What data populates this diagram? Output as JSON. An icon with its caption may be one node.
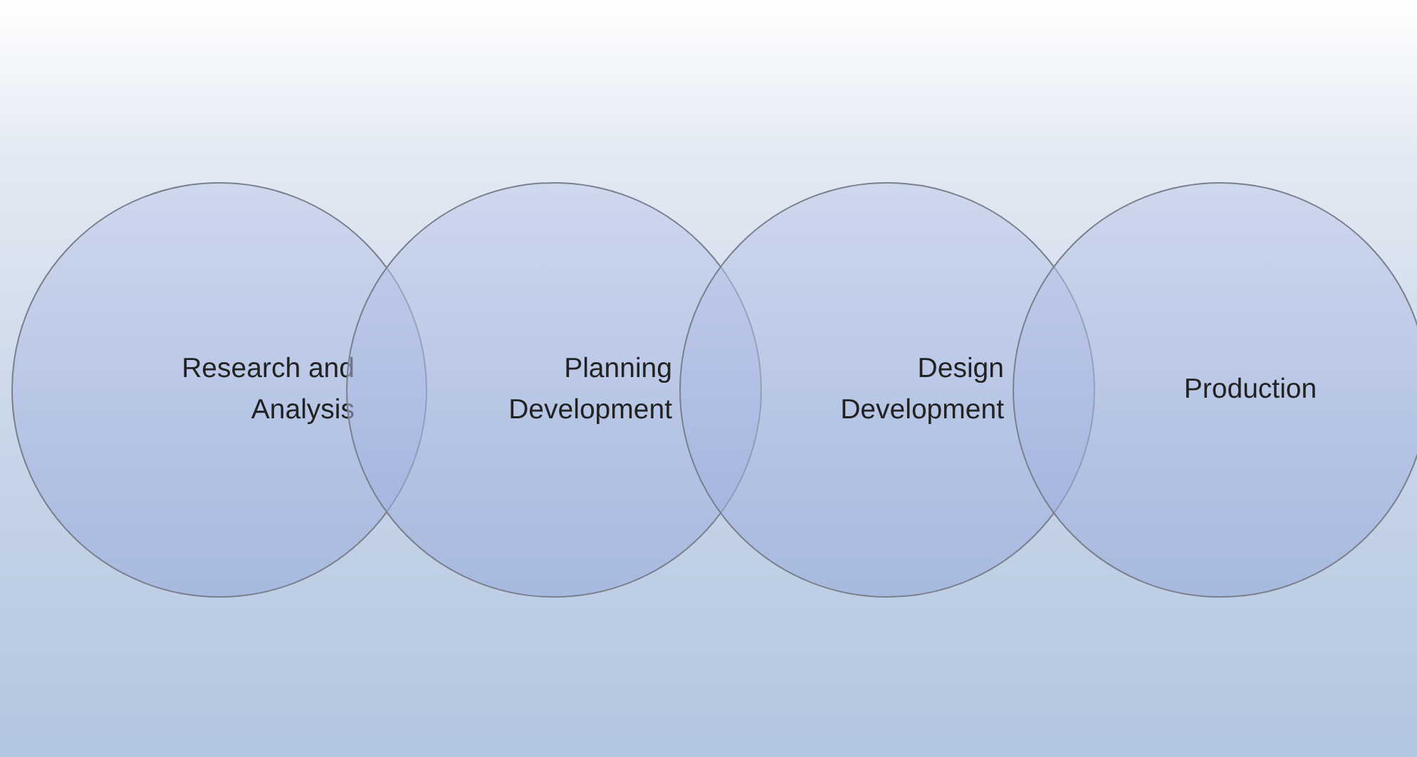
{
  "diagram": {
    "nodes": [
      {
        "text": [
          "Research and Analysis"
        ]
      },
      {
        "text": [
          "Planning Development"
        ]
      },
      {
        "text": [
          "Design Development"
        ]
      },
      {
        "text": [
          "Production"
        ]
      }
    ]
  }
}
